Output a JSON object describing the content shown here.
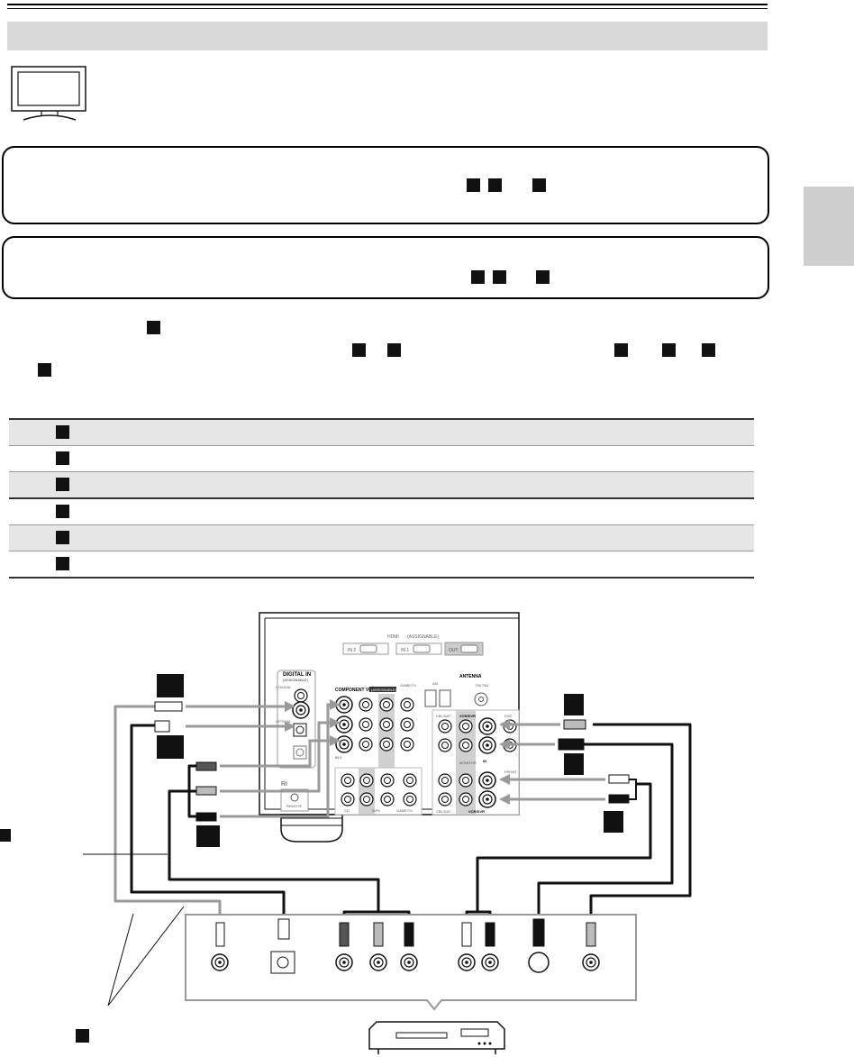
{
  "page": {
    "section_title": "",
    "side_tab_label": ""
  },
  "notes": {
    "box1_text": "",
    "box2_text": "",
    "intro_text": ""
  },
  "table": {
    "rows": [
      {
        "text": ""
      },
      {
        "text": ""
      },
      {
        "text": ""
      },
      {
        "text": ""
      },
      {
        "text": ""
      },
      {
        "text": ""
      }
    ]
  },
  "receiver_panel": {
    "hdmi_label": "HDMI",
    "hdmi_sub": "(ASSIGNABLE)",
    "hdmi_ports": [
      "IN 2",
      "IN 1",
      "OUT"
    ],
    "digital_in": "DIGITAL IN",
    "digital_in_sub": "(ASSIGNABLE)",
    "coaxial": "COAXIAL",
    "optical": "OPTICAL",
    "component_video": "COMPONENT VIDEO",
    "component_sub": "(ASSIGNABLE)",
    "antenna": "ANTENNA",
    "am": "AM",
    "fm": "FM 75Ω",
    "cbl_sat": "CBL/SAT",
    "vcr_dvr": "VCR/DVR",
    "dvd": "DVD",
    "in_label": "IN",
    "front": "FRONT",
    "monitor": "MONITOR",
    "remote": "REMOTE",
    "cd": "CD",
    "tape": "TAPE",
    "game_tv": "GAME/TV",
    "in_2": "IN 2",
    "ri": "RI"
  },
  "colors": {
    "title_bar": "#d9d9d9",
    "table_shade": "#e6e6e6",
    "side_tab": "#cfcfcf",
    "cable_gray": "#9a9a9a",
    "cable_black": "#111111"
  }
}
